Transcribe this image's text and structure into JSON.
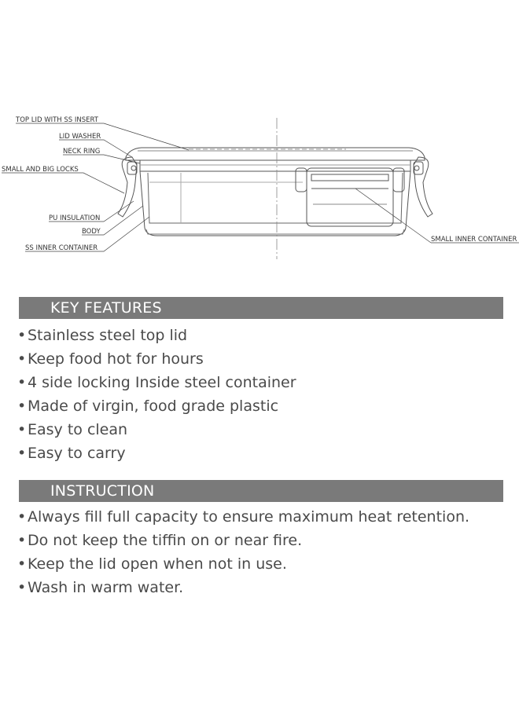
{
  "diagram": {
    "labels_left": [
      "TOP LID WITH SS INSERT",
      "LID WASHER",
      "NECK RING",
      "SMALL AND BIG LOCKS",
      "PU INSULATION",
      "BODY",
      "SS INNER CONTAINER"
    ],
    "label_right": "SMALL INNER CONTAINER"
  },
  "features": {
    "title": "KEY FEATURES",
    "items": [
      "Stainless steel top lid",
      "Keep food hot for hours",
      "4 side locking Inside steel container",
      "Made of virgin, food grade plastic",
      "Easy to clean",
      "Easy to carry"
    ]
  },
  "instruction": {
    "title": "INSTRUCTION",
    "items": [
      "Always fill full capacity to ensure maximum heat retention.",
      "Do not keep the tiffin on or near fire.",
      "Keep the lid open when not in use.",
      "Wash in warm water."
    ]
  },
  "bullet": "•",
  "colors": {
    "header_bg": "#7a7a7a",
    "header_text": "#ffffff",
    "text": "#4a4a4a"
  }
}
